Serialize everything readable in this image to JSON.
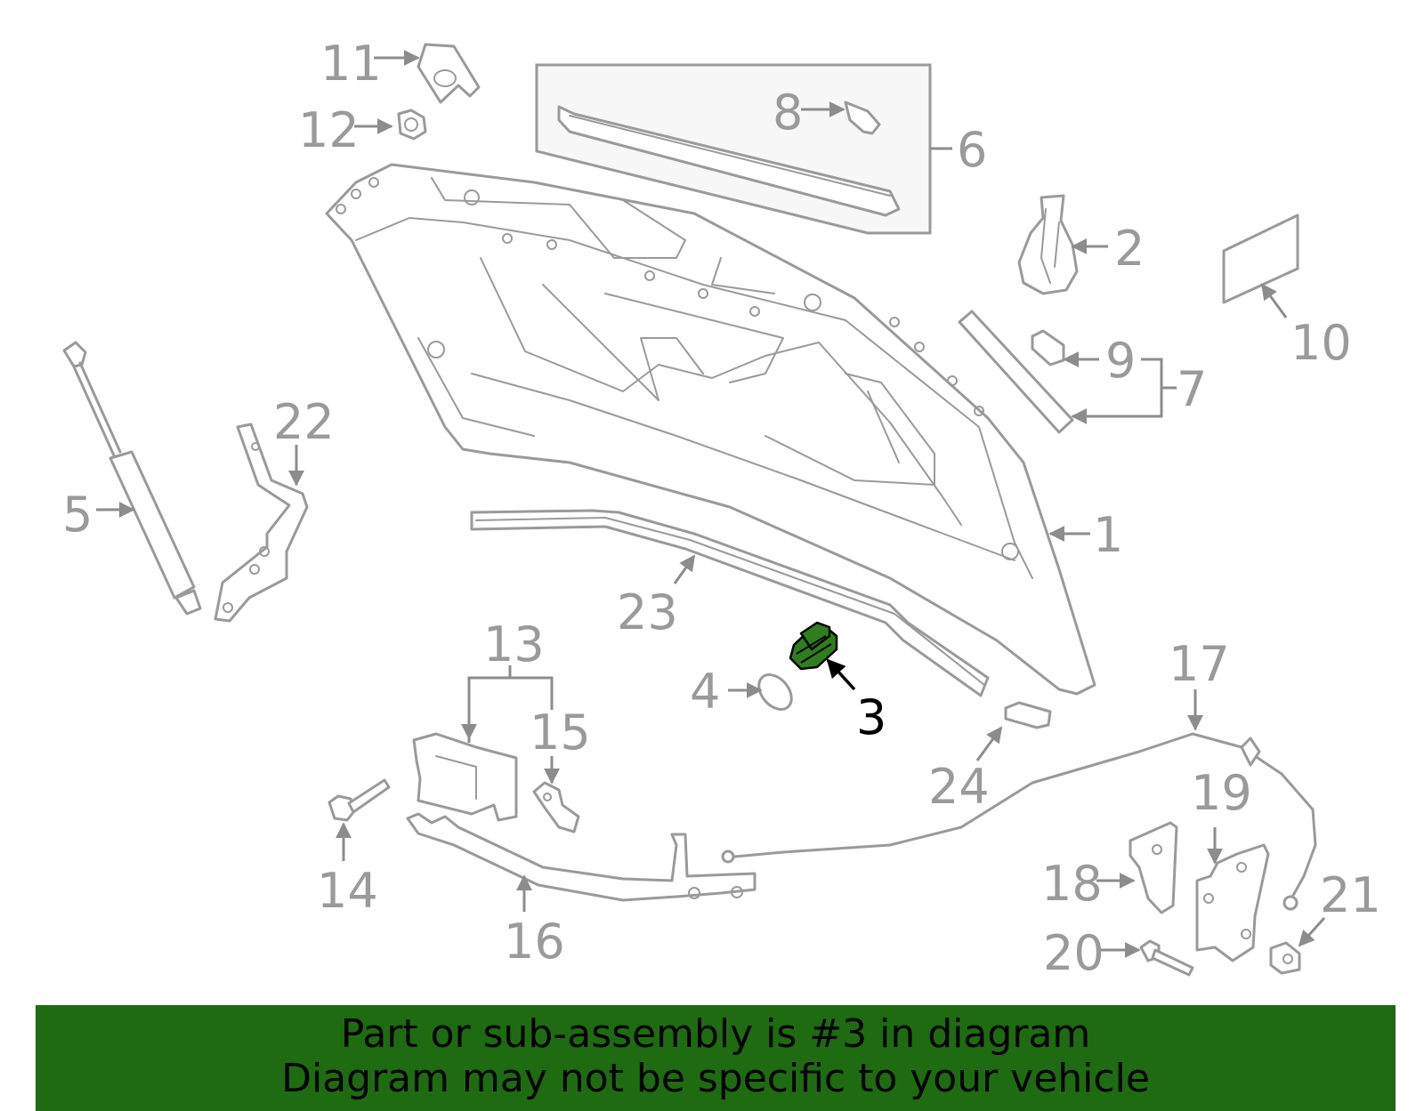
{
  "diagram": {
    "highlighted_part": "3",
    "colors": {
      "part_stroke": "#9a9a9a",
      "highlight_fill": "#2e7d1e",
      "banner_bg": "#1e6b12",
      "banner_text": "#000000"
    },
    "callouts": {
      "c1": "1",
      "c2": "2",
      "c3": "3",
      "c4": "4",
      "c5": "5",
      "c6": "6",
      "c7": "7",
      "c8": "8",
      "c9": "9",
      "c10": "10",
      "c11": "11",
      "c12": "12",
      "c13": "13",
      "c14": "14",
      "c15": "15",
      "c16": "16",
      "c17": "17",
      "c18": "18",
      "c19": "19",
      "c20": "20",
      "c21": "21",
      "c22": "22",
      "c23": "23",
      "c24": "24"
    }
  },
  "footer": {
    "line1": "Part or sub-assembly is #3 in diagram",
    "line2": "Diagram may not be specific to your vehicle"
  }
}
